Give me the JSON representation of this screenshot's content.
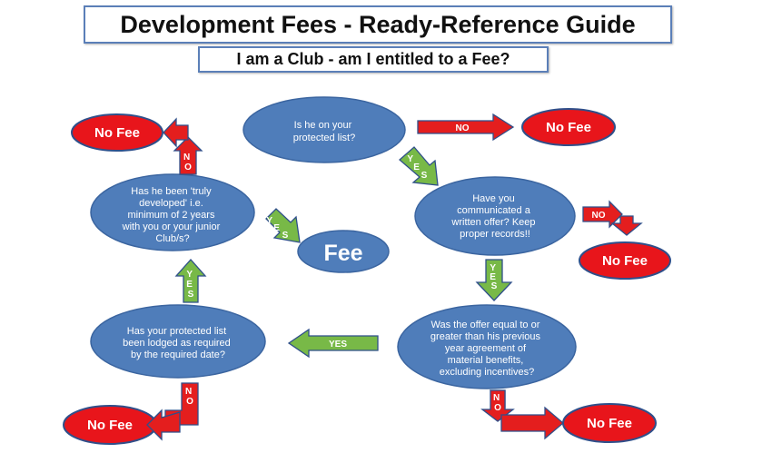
{
  "title": "Development Fees - Ready-Reference Guide",
  "subtitle": "I am a Club - am I entitled to a Fee?",
  "questions": {
    "protected_list": [
      "Is he on your",
      "protected list?"
    ],
    "written_offer": [
      "Have you",
      "communicated a",
      "written offer?  Keep",
      "proper records!!"
    ],
    "offer_equal": [
      "Was the offer equal to or",
      "greater than his previous",
      "year agreement of",
      "material benefits,",
      "excluding incentives?"
    ],
    "lodged": [
      "Has your protected list",
      "been lodged as required",
      "by the required date?"
    ],
    "truly_developed": [
      "Has he been 'truly",
      "developed' i.e.",
      "minimum of 2 years",
      "with you or your junior",
      "Club/s?"
    ]
  },
  "outcomes": {
    "no_fee": "No Fee",
    "fee": "Fee"
  },
  "arrow_labels": {
    "no": "NO",
    "yes": "YES",
    "no_vertical": [
      "N",
      "O"
    ],
    "yes_vertical": [
      "Y",
      "E",
      "S"
    ]
  },
  "colors": {
    "question_fill": "#4f7dba",
    "no_fee_fill": "#e8151b",
    "no_arrow": "#e41e1e",
    "yes_arrow": "#78b947"
  }
}
